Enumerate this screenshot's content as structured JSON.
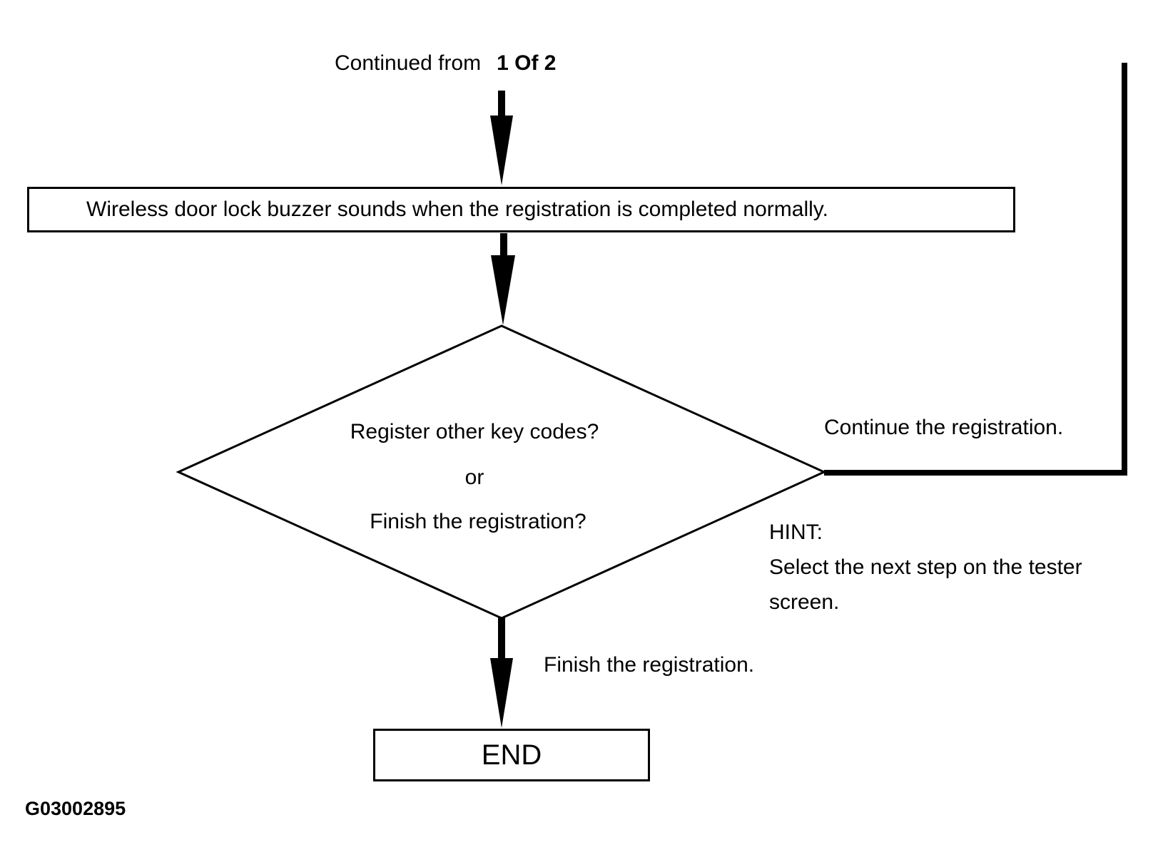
{
  "page": {
    "background_color": "#ffffff",
    "line_color": "#000000"
  },
  "header": {
    "continued_from_label": "Continued from",
    "continued_from_page": "1 Of 2"
  },
  "nodes": {
    "process_box": {
      "text": "Wireless door lock buzzer sounds when the registration is completed normally."
    },
    "decision_diamond": {
      "line1": "Register other key codes?",
      "line2": "or",
      "line3": "Finish the registration?"
    },
    "end_box": {
      "text": "END"
    }
  },
  "edges": {
    "continue_label": "Continue the registration.",
    "finish_label": "Finish the registration."
  },
  "hint": {
    "title": "HINT:",
    "line1": "Select the next step on the tester",
    "line2": "screen."
  },
  "figure_id": "G03002895"
}
